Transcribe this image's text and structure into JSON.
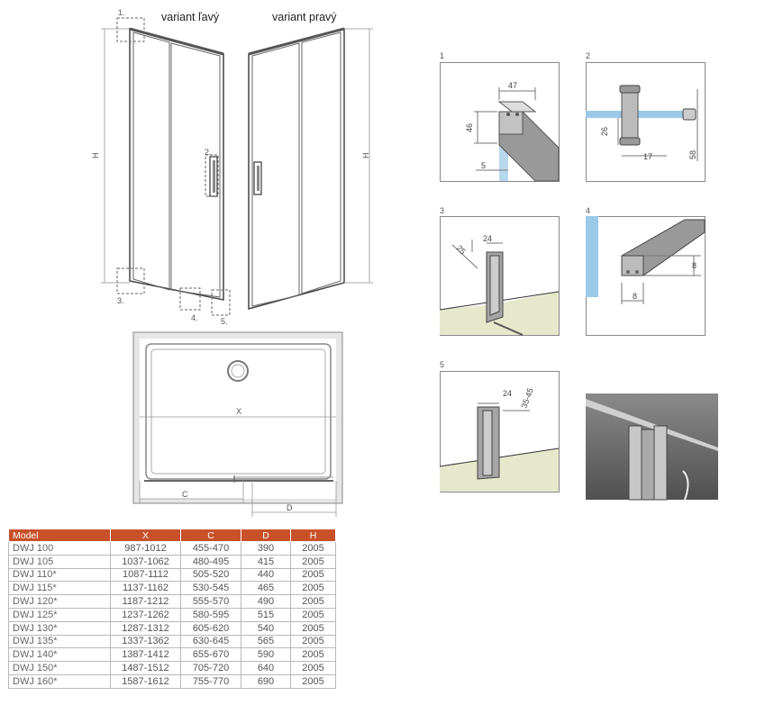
{
  "elevation": {
    "label_left": "variant ľavý",
    "label_right": "variant pravý",
    "height_label": "H",
    "callouts": [
      "1.",
      "2.",
      "3.",
      "4.",
      "5."
    ]
  },
  "plan": {
    "x_label": "X",
    "c_label": "C",
    "d_label": "D"
  },
  "details": {
    "d1": {
      "num": "1",
      "dims": [
        "47",
        "46",
        "5"
      ]
    },
    "d2": {
      "num": "2",
      "dims": [
        "26",
        "17",
        "58"
      ]
    },
    "d3": {
      "num": "3",
      "dims": [
        "25",
        "24"
      ]
    },
    "d4": {
      "num": "4",
      "dims": [
        "8",
        "8"
      ]
    },
    "d5": {
      "num": "5",
      "dims": [
        "24",
        "35-45"
      ]
    }
  },
  "table": {
    "headers": [
      "Model",
      "X",
      "C",
      "D",
      "H"
    ],
    "rows": [
      [
        "DWJ 100",
        "987-1012",
        "455-470",
        "390",
        "2005"
      ],
      [
        "DWJ 105",
        "1037-1062",
        "480-495",
        "415",
        "2005"
      ],
      [
        "DWJ 110*",
        "1087-1112",
        "505-520",
        "440",
        "2005"
      ],
      [
        "DWJ 115*",
        "1137-1162",
        "530-545",
        "465",
        "2005"
      ],
      [
        "DWJ 120*",
        "1187-1212",
        "555-570",
        "490",
        "2005"
      ],
      [
        "DWJ 125*",
        "1237-1262",
        "580-595",
        "515",
        "2005"
      ],
      [
        "DWJ 130*",
        "1287-1312",
        "605-620",
        "540",
        "2005"
      ],
      [
        "DWJ 135*",
        "1337-1362",
        "630-645",
        "565",
        "2005"
      ],
      [
        "DWJ 140*",
        "1387-1412",
        "655-670",
        "590",
        "2005"
      ],
      [
        "DWJ 150*",
        "1487-1512",
        "705-720",
        "640",
        "2005"
      ],
      [
        "DWJ 160*",
        "1587-1612",
        "755-770",
        "690",
        "2005"
      ]
    ]
  }
}
